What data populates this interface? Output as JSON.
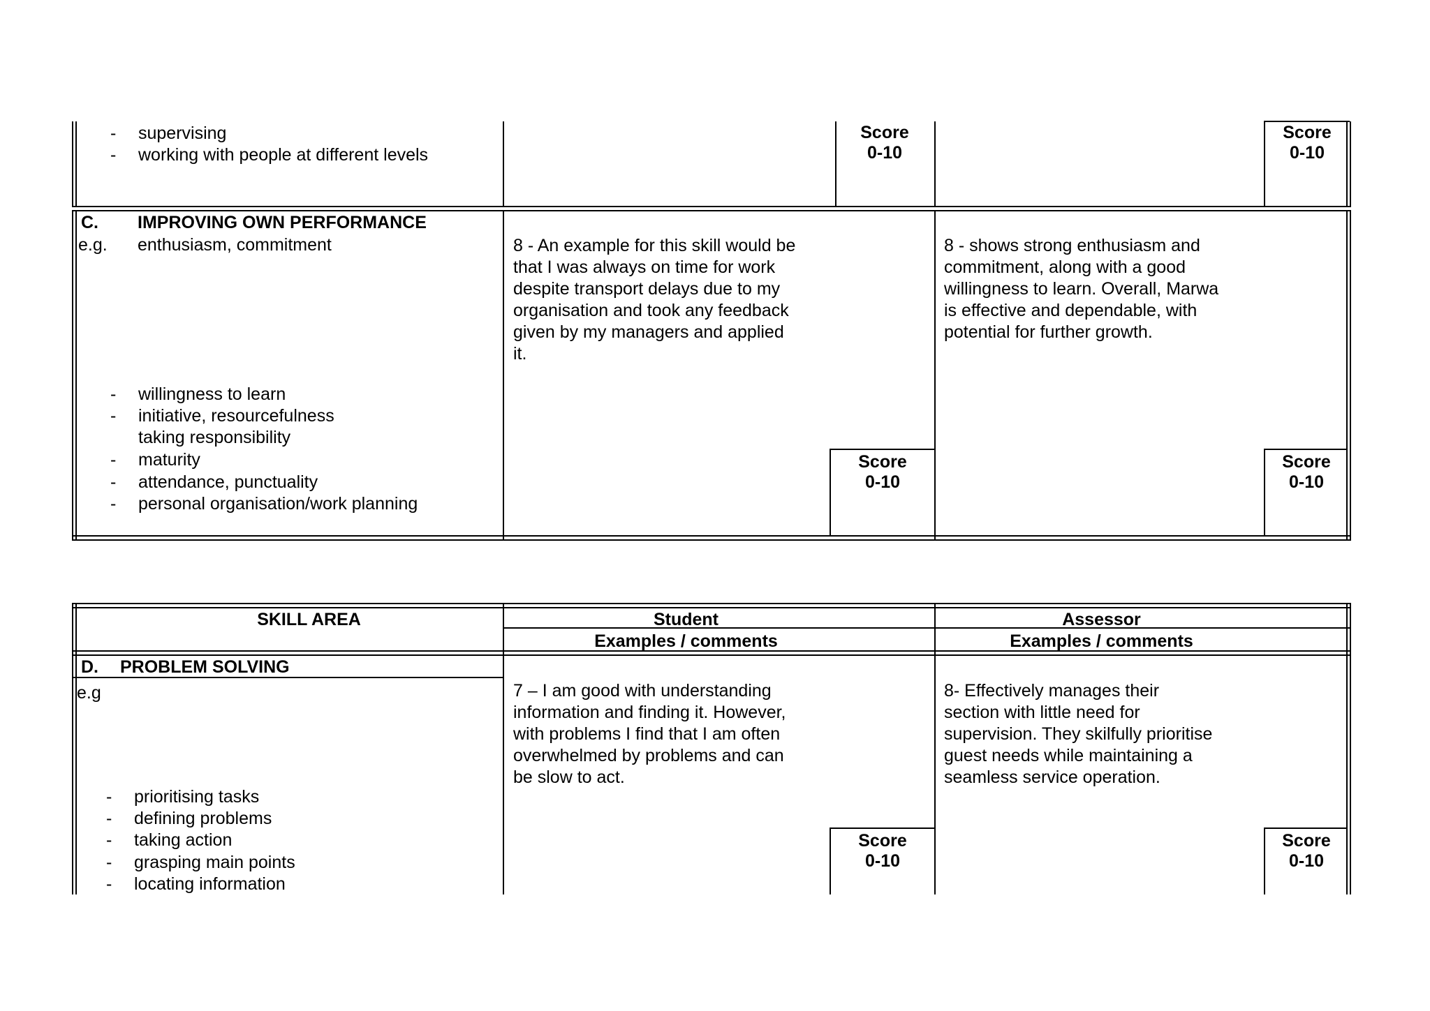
{
  "page_bg": "#ffffff",
  "text_color": "#000000",
  "score_label": {
    "line1": "Score",
    "line2": "0-10"
  },
  "top_table": {
    "bullets": [
      {
        "dash": "-",
        "text": "supervising"
      },
      {
        "dash": "-",
        "text": "working with people at different levels"
      }
    ]
  },
  "section_c": {
    "code": "C.",
    "title": "IMPROVING OWN PERFORMANCE",
    "eg": "e.g.",
    "eg_detail": "enthusiasm, commitment",
    "student_comment": "8 - An example for this skill would be\nthat I was always on time for work\ndespite transport delays due to my\norganisation and took any feedback\ngiven by my managers and applied\nit.",
    "assessor_comment": "8 - shows strong enthusiasm and\ncommitment, along with a good\nwillingness to learn. Overall, Marwa\nis effective and dependable, with\npotential for further growth.",
    "bullets": [
      {
        "dash": "-",
        "text": "willingness to learn"
      },
      {
        "dash": "-",
        "text": "initiative, resourcefulness"
      },
      {
        "dash": "",
        "text": "taking responsibility"
      },
      {
        "dash": "-",
        "text": "maturity"
      },
      {
        "dash": "-",
        "text": "attendance, punctuality"
      },
      {
        "dash": "-",
        "text": "personal organisation/work planning"
      }
    ]
  },
  "bottom_table": {
    "header": {
      "skill_area": "SKILL AREA",
      "student": "Student",
      "assessor": "Assessor",
      "student_sub": "Examples / comments",
      "assessor_sub": "Examples / comments"
    },
    "section_d": {
      "code": "D.",
      "title": "PROBLEM SOLVING",
      "eg": "e.g",
      "student_comment": "7 – I am good with understanding\ninformation and finding it. However,\nwith problems I find that I am often\noverwhelmed by problems and can\nbe slow to act.",
      "assessor_comment": "8- Effectively manages their\nsection with little need for\nsupervision. They skilfully prioritise\nguest needs while maintaining a\nseamless service operation.",
      "bullets": [
        {
          "dash": "-",
          "text": "prioritising tasks"
        },
        {
          "dash": "-",
          "text": "defining problems"
        },
        {
          "dash": "-",
          "text": "taking action"
        },
        {
          "dash": "-",
          "text": "grasping main points"
        },
        {
          "dash": "-",
          "text": "locating information"
        }
      ]
    }
  }
}
